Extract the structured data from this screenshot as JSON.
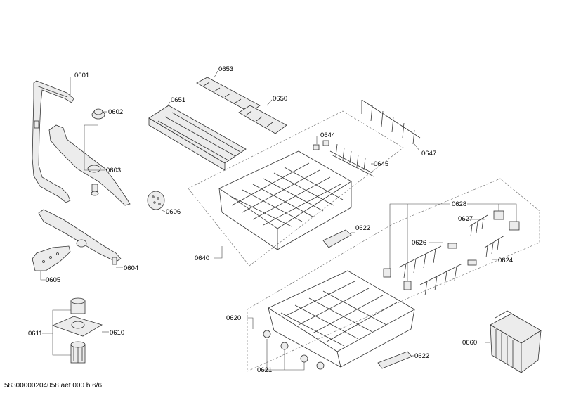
{
  "parts": [
    {
      "id": "p0601",
      "number": "0601"
    },
    {
      "id": "p0602",
      "number": "0602"
    },
    {
      "id": "p0603",
      "number": "0603"
    },
    {
      "id": "p0604",
      "number": "0604"
    },
    {
      "id": "p0605",
      "number": "0605"
    },
    {
      "id": "p0606",
      "number": "0606"
    },
    {
      "id": "p0610",
      "number": "0610"
    },
    {
      "id": "p0611",
      "number": "0611"
    },
    {
      "id": "p0620",
      "number": "0620"
    },
    {
      "id": "p0621",
      "number": "0621"
    },
    {
      "id": "p0622a",
      "number": "0622"
    },
    {
      "id": "p0622b",
      "number": "0622"
    },
    {
      "id": "p0624",
      "number": "0624"
    },
    {
      "id": "p0626",
      "number": "0626"
    },
    {
      "id": "p0627",
      "number": "0627"
    },
    {
      "id": "p0628",
      "number": "0628"
    },
    {
      "id": "p0640",
      "number": "0640"
    },
    {
      "id": "p0644",
      "number": "0644"
    },
    {
      "id": "p0645",
      "number": "0645"
    },
    {
      "id": "p0647",
      "number": "0647"
    },
    {
      "id": "p0650",
      "number": "0650"
    },
    {
      "id": "p0651",
      "number": "0651"
    },
    {
      "id": "p0653",
      "number": "0653"
    },
    {
      "id": "p0660",
      "number": "0660"
    }
  ],
  "footer": {
    "text": "58300000204058 aet 000 b 6/6"
  }
}
